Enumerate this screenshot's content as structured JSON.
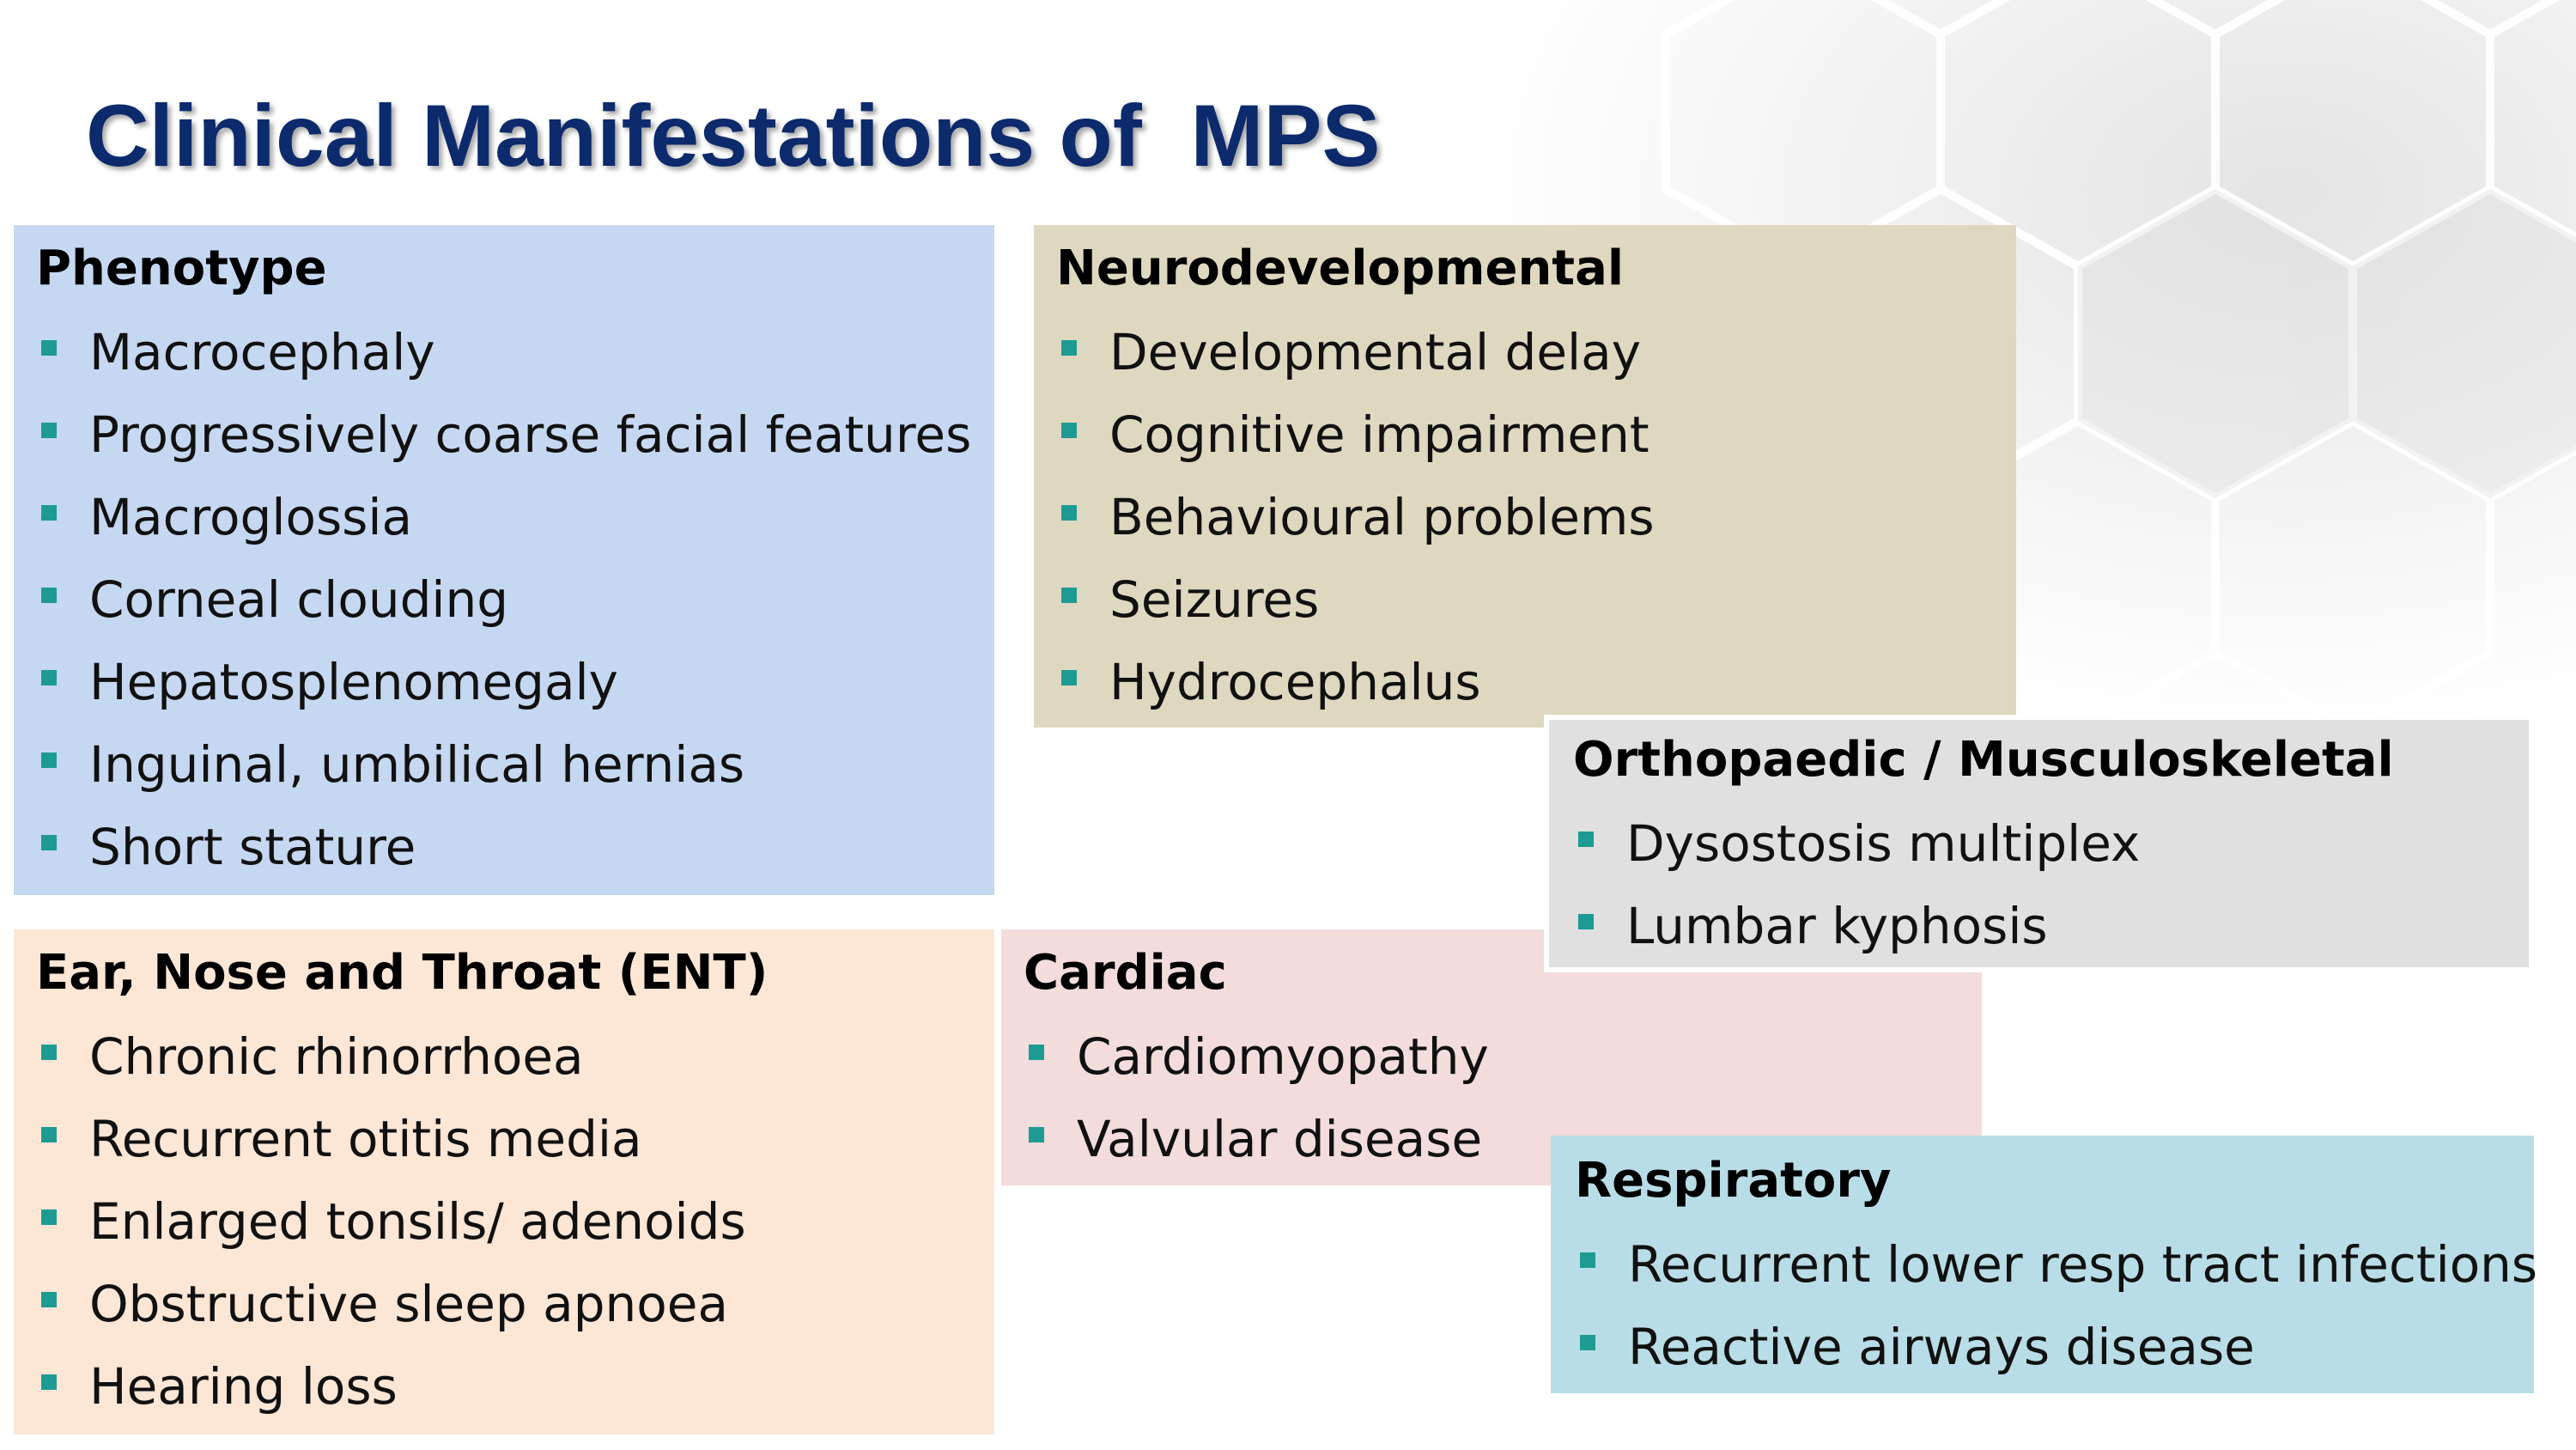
{
  "slide": {
    "title": "Clinical Manifestations of  MPS"
  },
  "colors": {
    "title": "#0d2a6c",
    "bullet": "#1d9b93",
    "phenotype_bg": "#c6d8f1",
    "neuro_bg": "#dfd8c1",
    "ortho_bg": "#e0e0e0",
    "ent_bg": "#fce6d6",
    "cardiac_bg": "#f2dcdc",
    "resp_bg": "#b9dde7"
  },
  "boxes": {
    "phenotype": {
      "heading": "Phenotype",
      "items": [
        "Macrocephaly",
        "Progressively coarse facial features",
        "Macroglossia",
        "Corneal clouding",
        "Hepatosplenomegaly",
        "Inguinal, umbilical hernias",
        "Short stature"
      ]
    },
    "neurodevelopmental": {
      "heading": "Neurodevelopmental",
      "items": [
        "Developmental delay",
        "Cognitive impairment",
        "Behavioural problems",
        "Seizures",
        "Hydrocephalus"
      ]
    },
    "orthopaedic": {
      "heading": "Orthopaedic / Musculoskeletal",
      "items": [
        "Dysostosis multiplex",
        "Lumbar kyphosis"
      ]
    },
    "ent": {
      "heading": "Ear, Nose and Throat (ENT)",
      "items": [
        "Chronic rhinorrhoea",
        "Recurrent otitis media",
        "Enlarged tonsils/ adenoids",
        "Obstructive sleep apnoea",
        "Hearing loss"
      ]
    },
    "cardiac": {
      "heading": "Cardiac",
      "items": [
        "Cardiomyopathy",
        "Valvular disease"
      ]
    },
    "respiratory": {
      "heading": "Respiratory",
      "items": [
        "Recurrent lower resp tract infections",
        "Reactive airways disease"
      ]
    }
  }
}
